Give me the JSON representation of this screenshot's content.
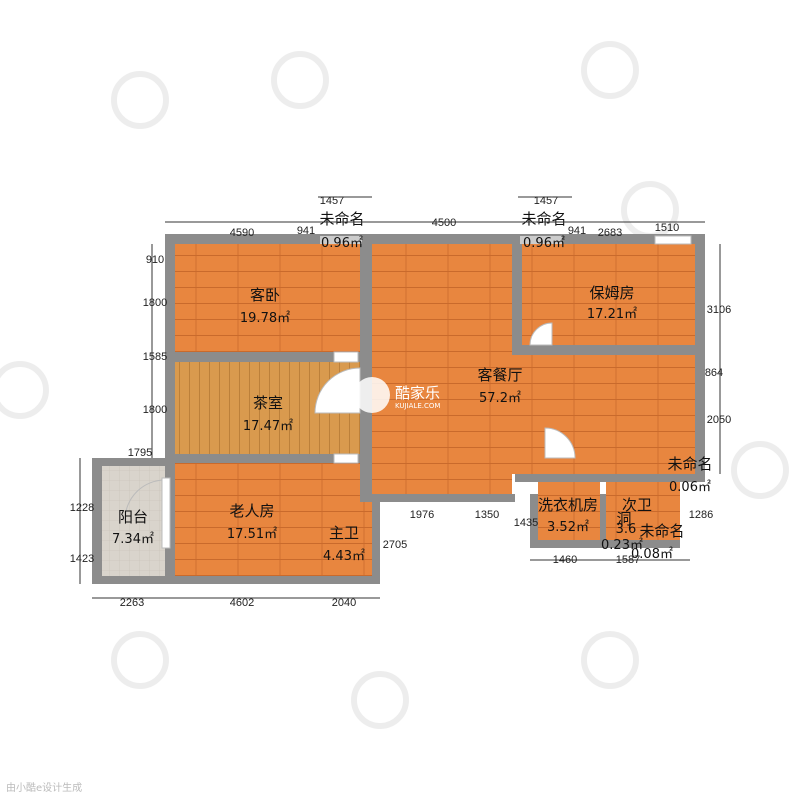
{
  "colors": {
    "floor_orange": "#e8863f",
    "floor_wood": "#d99a4e",
    "wall": "#8c8c8c",
    "balcony": "#d9d4cc"
  },
  "rooms": {
    "guest_bedroom": {
      "name": "客卧",
      "area": "19.78㎡"
    },
    "nanny_room": {
      "name": "保姆房",
      "area": "17.21㎡"
    },
    "tea_room": {
      "name": "茶室",
      "area": "17.47㎡"
    },
    "living_dining": {
      "name": "客餐厅",
      "area": "57.2㎡"
    },
    "elder_room": {
      "name": "老人房",
      "area": "17.51㎡"
    },
    "balcony": {
      "name": "阳台",
      "area": "7.34㎡"
    },
    "master_bath": {
      "name": "主卫",
      "area": "4.43㎡"
    },
    "laundry": {
      "name": "洗衣机房",
      "area": "3.52㎡"
    },
    "second_bath": {
      "name": "次卫",
      "area": "3.6"
    },
    "hole": {
      "name": "洞",
      "area": "0.23㎡"
    },
    "unnamed_1": {
      "name": "未命名",
      "area": "0.96㎡"
    },
    "unnamed_2": {
      "name": "未命名",
      "area": "0.96㎡"
    },
    "unnamed_3": {
      "name": "未命名",
      "area": "0.06㎡"
    },
    "unnamed_4": {
      "name": "未命名",
      "area": "0.08㎡"
    }
  },
  "dimensions": {
    "top_1": "4590",
    "top_2": "941",
    "top_3": "1457",
    "top_4": "4500",
    "top_5": "1457",
    "top_6": "941",
    "top_7": "2683",
    "top_8": "1510",
    "left_1": "910",
    "left_2": "1800",
    "left_3": "1585",
    "left_4": "1800",
    "left_5": "1795",
    "left_6": "1228",
    "left_7": "1423",
    "right_1": "3106",
    "right_2": "864",
    "right_3": "2050",
    "right_4": "1286",
    "bottom_1": "2263",
    "bottom_2": "4602",
    "bottom_3": "2040",
    "inner_1": "1976",
    "inner_2": "1350",
    "inner_3": "2705",
    "inner_4": "1435",
    "inner_5": "1460",
    "inner_6": "1587"
  },
  "logo": {
    "main": "酷家乐",
    "sub": "KUJIALE.COM"
  },
  "footer_watermark": "由小酷e设计生成"
}
